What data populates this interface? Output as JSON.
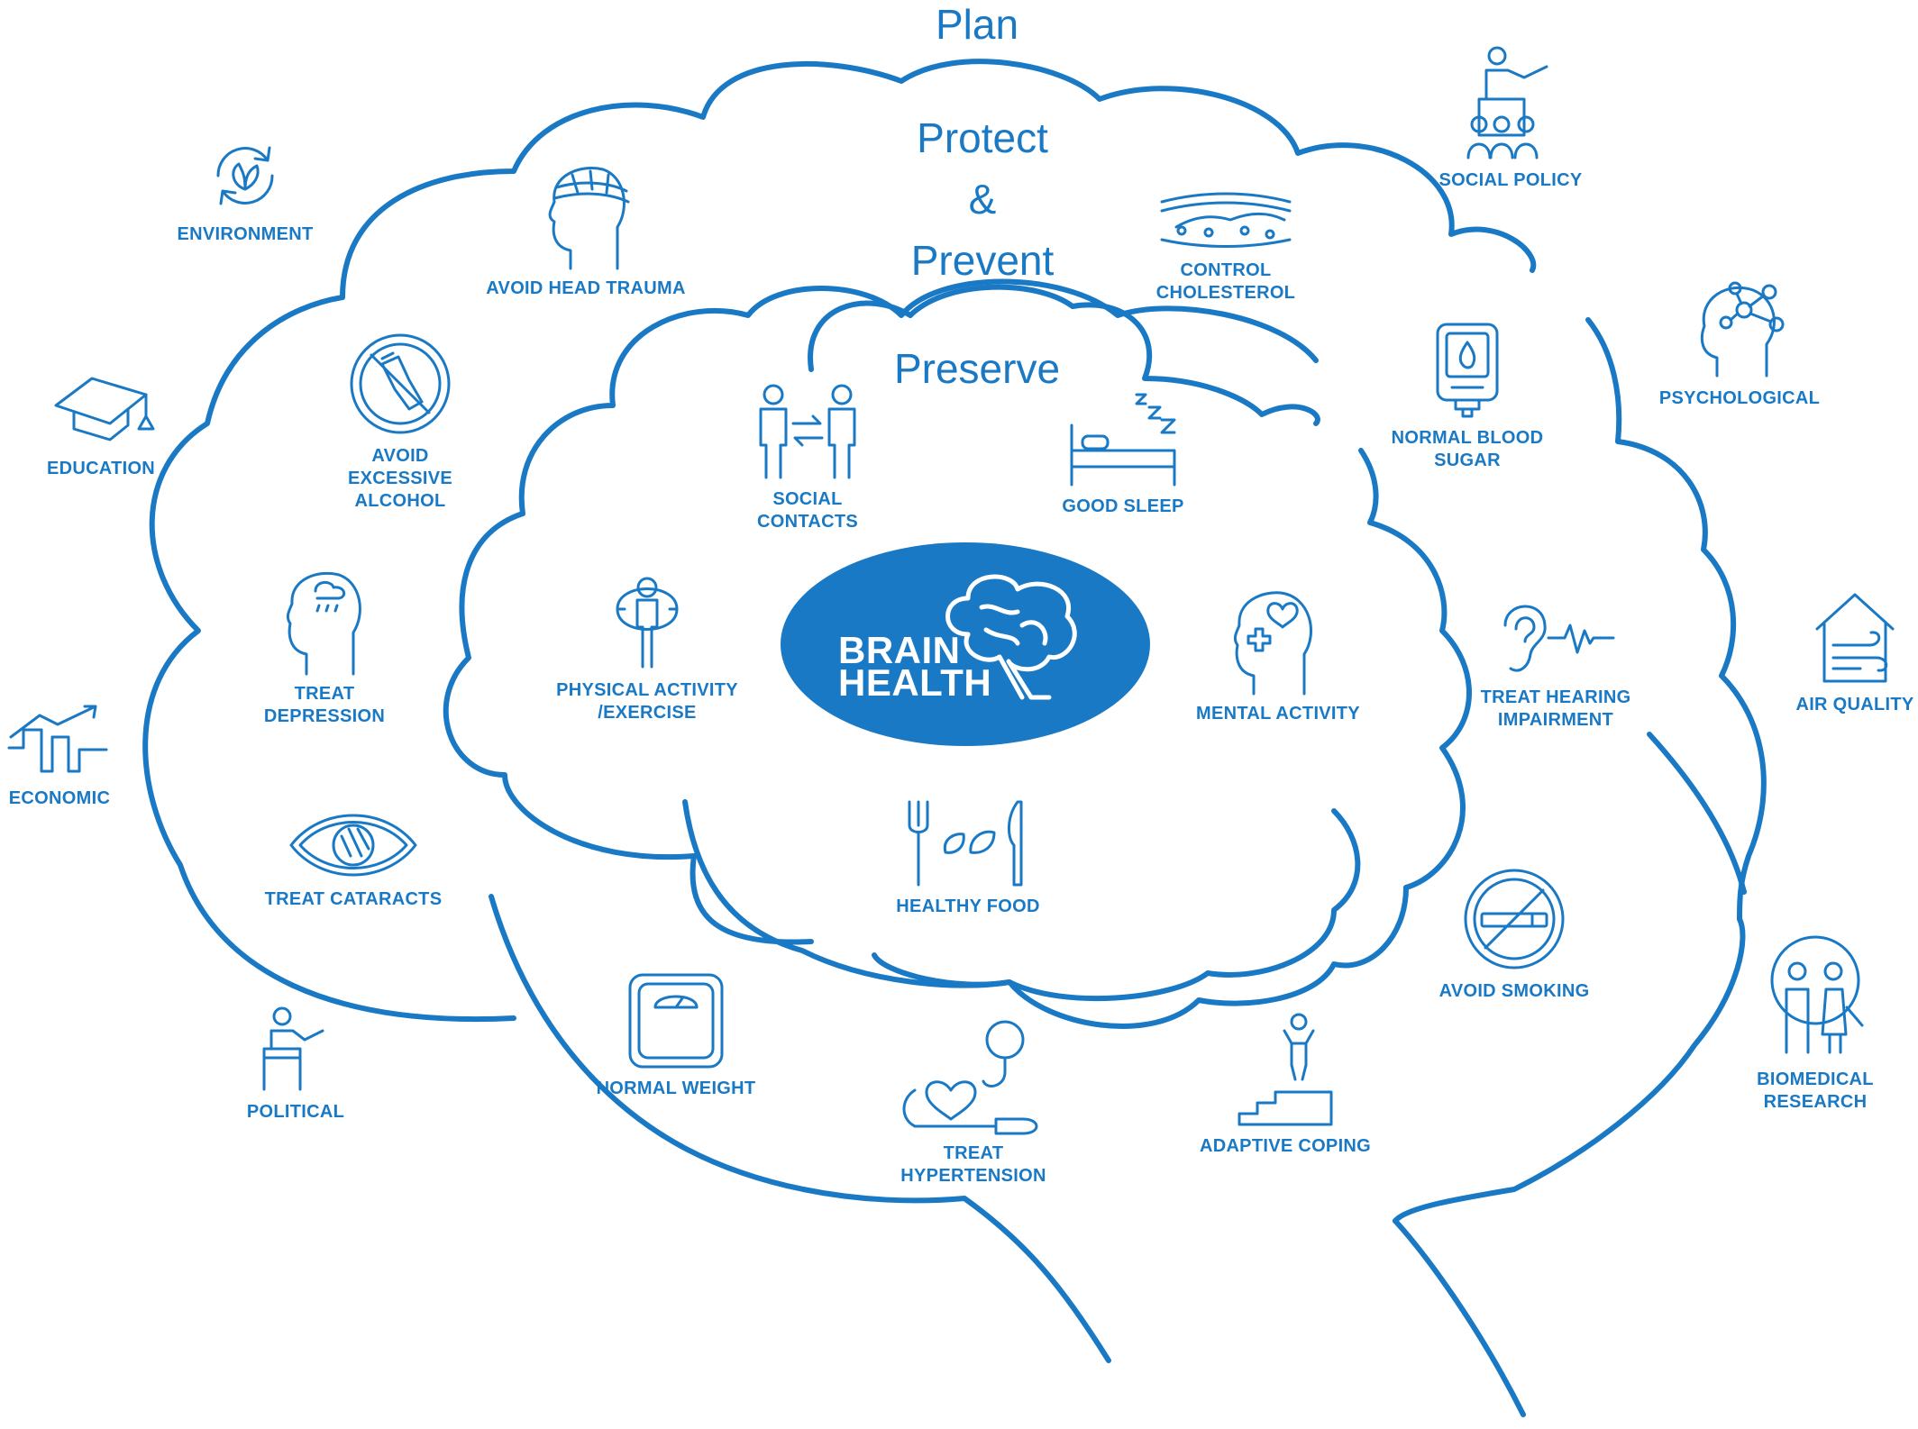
{
  "layers": {
    "plan": "Plan",
    "protect": "Protect",
    "ampersand": "&",
    "prevent": "Prevent",
    "preserve": "Preserve"
  },
  "center": {
    "line1": "BRAIN",
    "line2": "HEALTH"
  },
  "plan_items": {
    "environment": "ENVIRONMENT",
    "education": "EDUCATION",
    "economic": "ECONOMIC",
    "political": "POLITICAL",
    "social_policy": "SOCIAL POLICY",
    "psychological": "PSYCHOLOGICAL",
    "air_quality": "AIR QUALITY",
    "biomedical_research": "BIOMEDICAL\nRESEARCH"
  },
  "protect_items": {
    "avoid_head_trauma": "AVOID HEAD TRAUMA",
    "avoid_excessive_alcohol": "AVOID\nEXCESSIVE\nALCOHOL",
    "treat_depression": "TREAT\nDEPRESSION",
    "treat_cataracts": "TREAT CATARACTS",
    "control_cholesterol": "CONTROL\nCHOLESTEROL",
    "normal_blood_sugar": "NORMAL BLOOD\nSUGAR",
    "treat_hearing_impairment": "TREAT HEARING\nIMPAIRMENT",
    "avoid_smoking": "AVOID SMOKING",
    "adaptive_coping": "ADAPTIVE COPING",
    "treat_hypertension": "TREAT\nHYPERTENSION",
    "normal_weight": "NORMAL WEIGHT"
  },
  "preserve_items": {
    "social_contacts": "SOCIAL\nCONTACTS",
    "good_sleep": "GOOD SLEEP",
    "physical_activity": "PHYSICAL ACTIVITY\n/EXERCISE",
    "mental_activity": "MENTAL ACTIVITY",
    "healthy_food": "HEALTHY FOOD"
  },
  "colors": {
    "accent": "#1a79c4",
    "background": "#ffffff",
    "badge_text": "#ffffff"
  }
}
